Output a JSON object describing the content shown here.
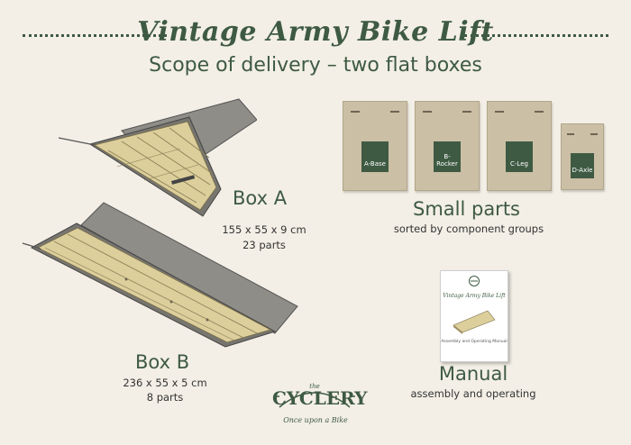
{
  "header": {
    "title": "Vintage Army Bike Lift",
    "subtitle": "Scope of delivery – two flat boxes"
  },
  "box_a": {
    "name": "Box A",
    "dimensions": "155 x 55 x 9 cm",
    "parts": "23 parts"
  },
  "box_b": {
    "name": "Box B",
    "dimensions": "236 x 55 x 5 cm",
    "parts": "8 parts"
  },
  "small_parts": {
    "title": "Small parts",
    "description": "sorted by component groups",
    "bags": [
      {
        "label": "A-Base"
      },
      {
        "label": "B-Rocker"
      },
      {
        "label": "C-Leg"
      },
      {
        "label": "D-Axle"
      }
    ]
  },
  "manual": {
    "title": "Manual",
    "description": "assembly and operating",
    "cover_title": "Vintage Army Bike Lift",
    "cover_subtitle": "Assembly and Operating Manual"
  },
  "brand": {
    "name": "CYCLERY",
    "the": "the",
    "tagline": "Once upon a Bike"
  },
  "colors": {
    "accent": "#3e5a43",
    "background": "#f3efe6",
    "box_gray": "#8f8d88",
    "wood": "#dccf9c"
  }
}
